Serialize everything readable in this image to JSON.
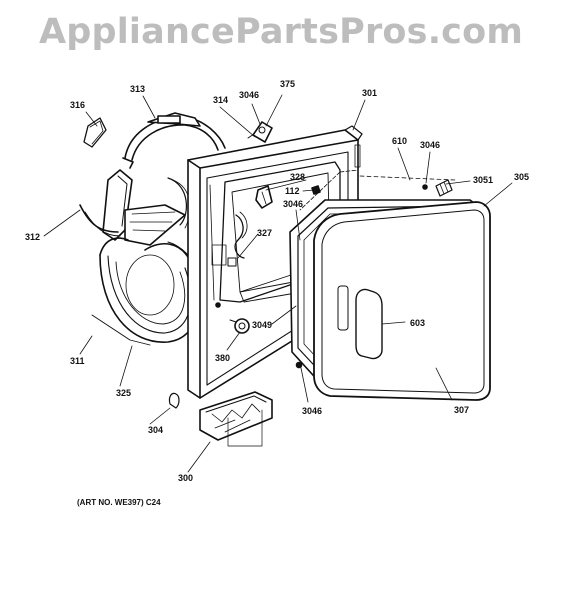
{
  "watermark": "AppliancePartsPros.com",
  "art_number": "(ART NO. WE397) C24",
  "callouts": [
    "316",
    "313",
    "314",
    "3046",
    "375",
    "301",
    "328",
    "112",
    "610",
    "3046",
    "3051",
    "305",
    "312",
    "3046",
    "327",
    "603",
    "3049",
    "380",
    "311",
    "325",
    "3046",
    "307",
    "304",
    "300"
  ]
}
